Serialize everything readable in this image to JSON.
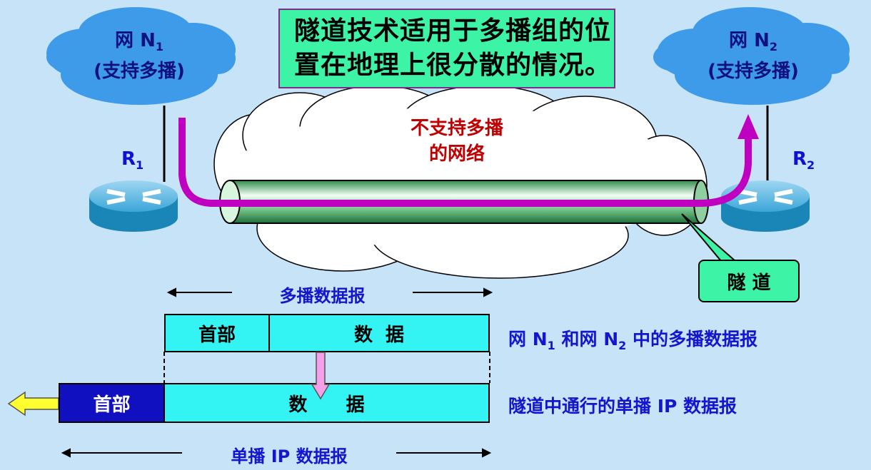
{
  "network_n1": {
    "label_prefix": "网 N",
    "subscript": "1",
    "note": "(支持多播)"
  },
  "network_n2": {
    "label_prefix": "网 N",
    "subscript": "2",
    "note": "(支持多播)"
  },
  "tip": {
    "line1": "隧道技术适用于多播组的位",
    "line2": "置在地理上很分散的情况。"
  },
  "router1": {
    "label": "R",
    "subscript": "1"
  },
  "router2": {
    "label": "R",
    "subscript": "2"
  },
  "middle_network": {
    "line1": "不支持多播",
    "line2": "的网络"
  },
  "tunnel_callout": "隧 道",
  "multicast_datagram": {
    "title": "多播数据报",
    "header": "首部",
    "data": "数  据",
    "caption_parts": [
      "网 N",
      "1",
      " 和网 N",
      "2",
      " 中的多播数据报"
    ]
  },
  "unicast_datagram": {
    "title": "单播 IP 数据报",
    "header": "首部",
    "data": "数      据",
    "caption": "隧道中通行的单播 IP 数据报"
  },
  "colors": {
    "background": "#c6e3f7",
    "cloud": "#3d9be9",
    "tip_box": "#3cf3a6",
    "path": "#c000c0",
    "datagram": "#33f3f3",
    "header_dark": "#1010c0",
    "text_blue": "#1515d0",
    "text_red": "#c00000"
  }
}
